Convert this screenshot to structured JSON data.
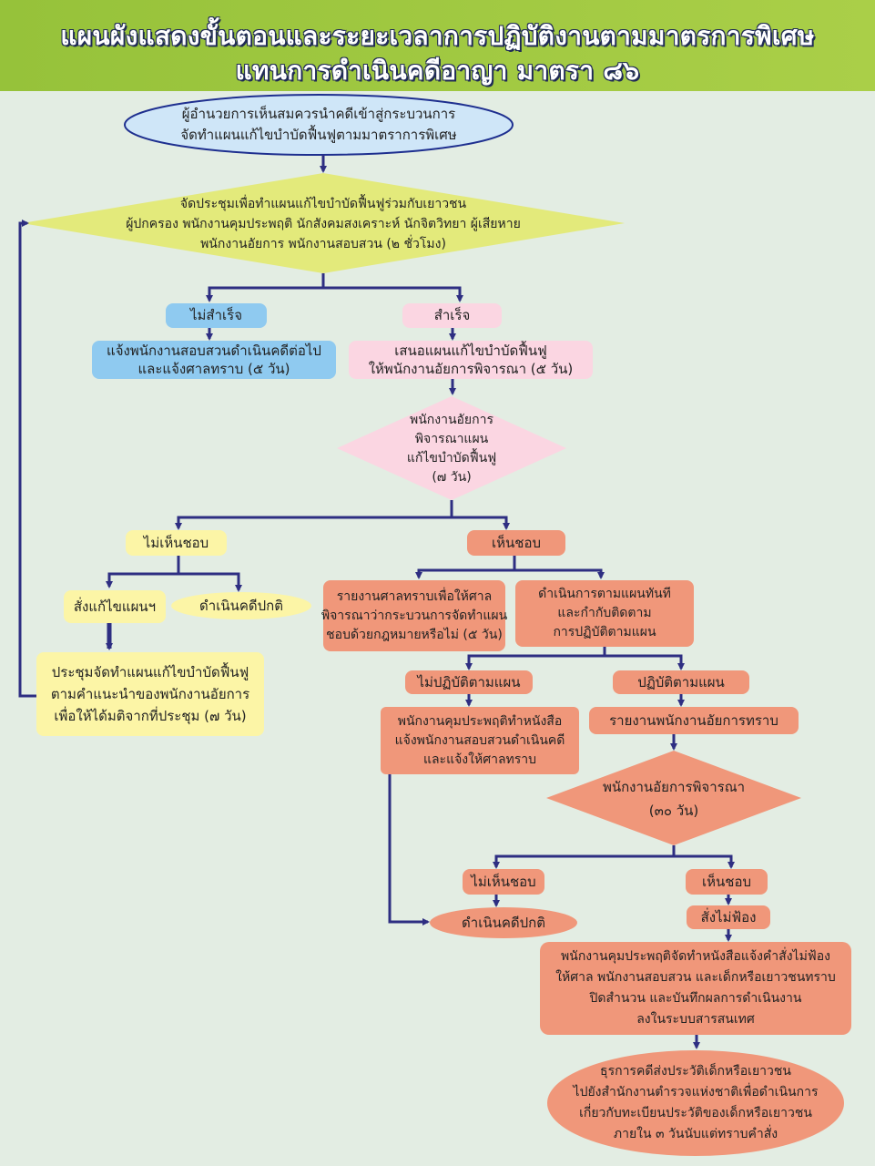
{
  "title": {
    "line1": "แผนผังแสดงขั้นตอนและระยะเวลาการปฏิบัติงานตามมาตรการพิเศษ",
    "line2": "แทนการดำเนินคดีอาญา มาตรา ๘๖"
  },
  "colors": {
    "title_bar": "#9bc63e",
    "background": "#e3ede3",
    "arrow": "#2e2e82",
    "blue": "#8fcaf0",
    "pink": "#fbd6e2",
    "yellow": "#fcf5a6",
    "orange": "#f0977a",
    "meeting_diamond": "#e3ea7b",
    "start_ellipse": "#cfe6f8"
  },
  "nodes": {
    "start": [
      "ผู้อำนวยการเห็นสมควรนำคดีเข้าสู่กระบวนการ",
      "จัดทำแผนแก้ไขบำบัดฟื้นฟูตามมาตราการพิเศษ"
    ],
    "meeting": [
      "จัดประชุมเพื่อทำแผนแก้ไขบำบัดฟื้นฟูร่วมกับเยาวชน",
      "ผู้ปกครอง พนักงานคุมประพฤติ นักสังคมสงเคราะห์ นักจิตวิทยา ผู้เสียหาย",
      "พนักงานอัยการ พนักงานสอบสวน (๒ ชั่วโมง)"
    ],
    "fail_label": "ไม่สำเร็จ",
    "fail_action": [
      "แจ้งพนักงานสอบสวนดำเนินคดีต่อไป",
      "และแจ้งศาลทราบ (๕ วัน)"
    ],
    "success_label": "สำเร็จ",
    "success_action": [
      "เสนอแผนแก้ไขบำบัดฟื้นฟู",
      "ให้พนักงานอัยการพิจารณา (๕ วัน)"
    ],
    "prosecutor_review": [
      "พนักงานอัยการ",
      "พิจารณาแผน",
      "แก้ไขบำบัดฟื้นฟู",
      "(๗ วัน)"
    ],
    "disagree_label": "ไม่เห็นชอบ",
    "order_revise": "สั่งแก้ไขแผนฯ",
    "normal_case_1": "ดำเนินคดีปกติ",
    "revise_meeting": [
      "ประชุมจัดทำแผนแก้ไขบำบัดฟื้นฟู",
      "ตามคำแนะนำของพนักงานอัยการ",
      "เพื่อให้ได้มติจากที่ประชุม (๗ วัน)"
    ],
    "agree_label": "เห็นชอบ",
    "report_court": [
      "รายงานศาลทราบเพื่อให้ศาล",
      "พิจารณาว่ากระบวนการจัดทำแผน",
      "ชอบด้วยกฎหมายหรือไม่ (๕ วัน)"
    ],
    "execute_plan": [
      "ดำเนินการตามแผนทันที",
      "และกำกับติดตาม",
      "การปฏิบัติตามแผน"
    ],
    "not_follow_label": "ไม่ปฏิบัติตามแผน",
    "follow_label": "ปฏิบัติตามแผน",
    "probation_letter": [
      "พนักงานคุมประพฤติทำหนังสือ",
      "แจ้งพนักงานสอบสวนดำเนินคดี",
      "และแจ้งให้ศาลทราบ"
    ],
    "report_prosecutor": "รายงานพนักงานอัยการทราบ",
    "prosecutor_consider": [
      "พนักงานอัยการพิจารณา",
      "(๓๐ วัน)"
    ],
    "disagree_label_2": "ไม่เห็นชอบ",
    "agree_label_2": "เห็นชอบ",
    "normal_case_2": "ดำเนินคดีปกติ",
    "no_prosecution": "สั่งไม่ฟ้อง",
    "notify_order": [
      "พนักงานคุมประพฤติจัดทำหนังสือแจ้งคำสั่งไม่ฟ้อง",
      "ให้ศาล พนักงานสอบสวน และเด็กหรือเยาวชนทราบ",
      "ปิดสำนวน และบันทึกผลการดำเนินงาน",
      "ลงในระบบสารสนเทศ"
    ],
    "records": [
      "ธุรการคดีส่งประวัติเด็กหรือเยาวชน",
      "ไปยังสำนักงานตำรวจแห่งชาติเพื่อดำเนินการ",
      "เกี่ยวกับทะเบียนประวัติของเด็กหรือเยาวชน",
      "ภายใน ๓ วันนับแต่ทราบคำสั่ง"
    ]
  }
}
